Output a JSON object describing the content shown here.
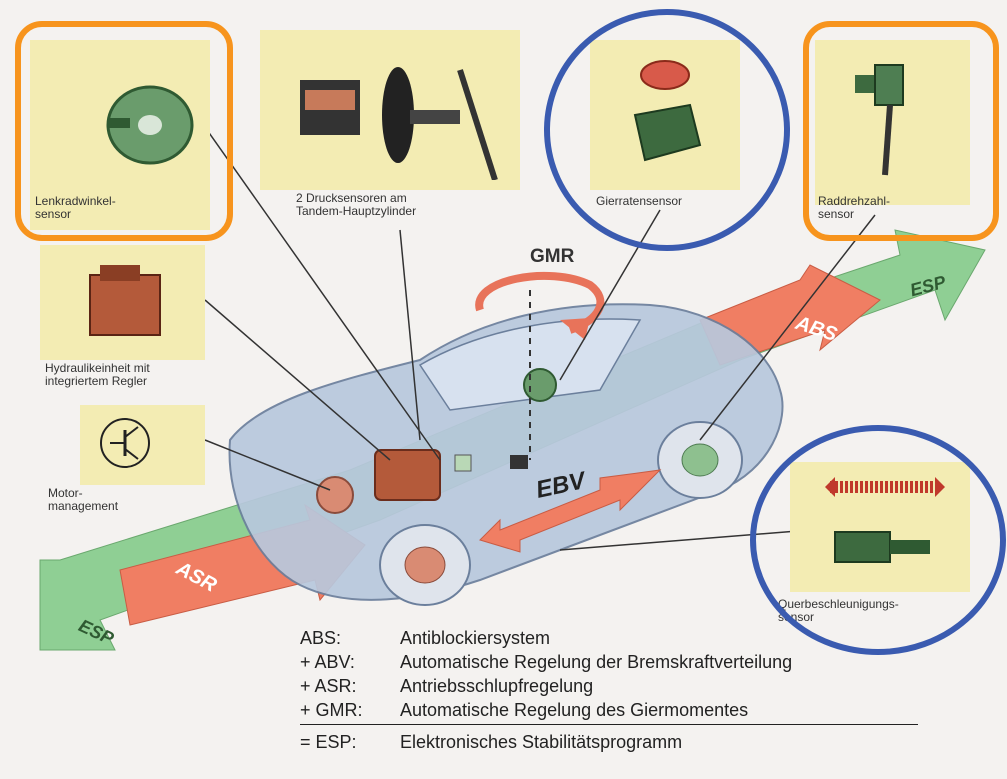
{
  "components": {
    "steering_angle_label": "Lenkradwinkel-\nsensor",
    "pressure_sensors_label": "2 Drucksensoren am\nTandem-Hauptzylinder",
    "yaw_rate_label": "Gierratensensor",
    "wheel_speed_label": "Raddrehzahl-\nsensor",
    "hydraulic_label": "Hydraulikeinheit mit\nintegriertem Regler",
    "engine_label": "Motor-\nmanagement",
    "lateral_accel_label": "Querbeschleunigungs-\nsensor"
  },
  "diagram": {
    "gmr": "GMR",
    "esp_back": "ESP",
    "esp_front": "ESP",
    "abs": "ABS",
    "asr": "ASR",
    "ebv": "EBV"
  },
  "legend": [
    {
      "abbr": "ABS:",
      "desc": "Antiblockiersystem"
    },
    {
      "abbr": "+ ABV:",
      "desc": "Automatische Regelung der Bremskraftverteilung"
    },
    {
      "abbr": "+ ASR:",
      "desc": "Antriebsschlupfregelung"
    },
    {
      "abbr": "+ GMR:",
      "desc": "Automatische Regelung des Giermomentes"
    },
    {
      "abbr": "= ESP:",
      "desc": "Elektronisches Stabilitätsprogramm"
    }
  ],
  "colors": {
    "panel": "#f3ecb3",
    "green_arrow": "#8fcf94",
    "red_arrow": "#f07e63",
    "car_body": "#b8c8dd",
    "orange_highlight": "#f7941d",
    "blue_highlight": "#3a5bb0"
  }
}
